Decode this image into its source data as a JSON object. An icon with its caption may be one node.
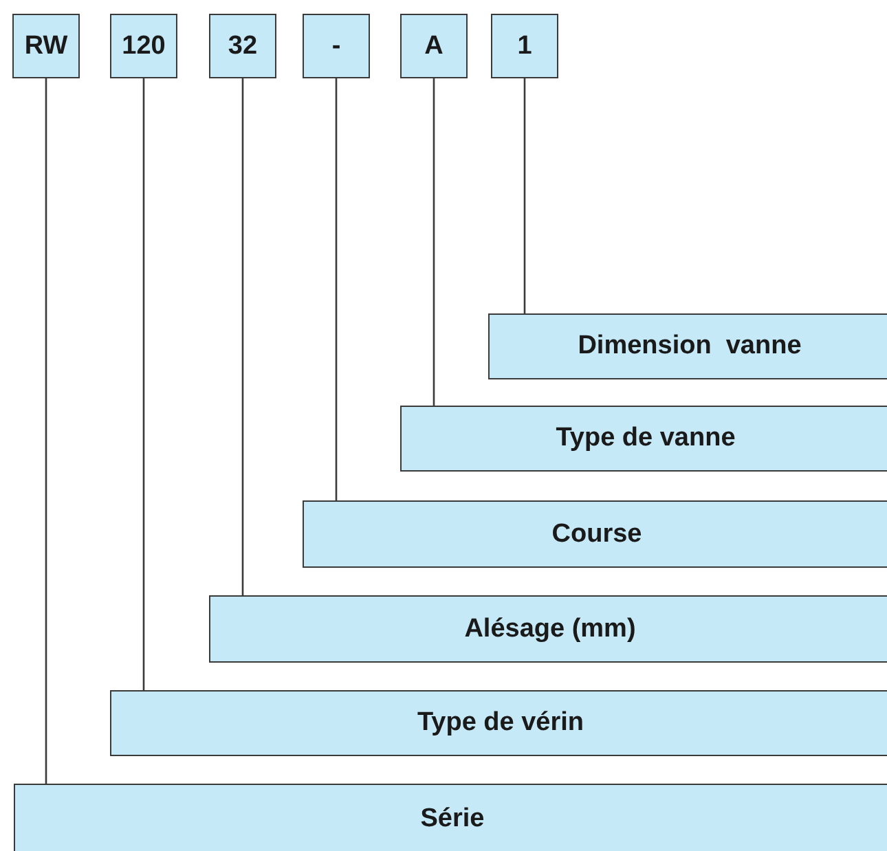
{
  "diagram": {
    "nodes": [
      {
        "text": [
          "RW"
        ]
      },
      {
        "text": [
          "120"
        ]
      },
      {
        "text": [
          "32"
        ]
      },
      {
        "text": [
          "-"
        ]
      },
      {
        "text": [
          "A"
        ]
      },
      {
        "text": [
          "1"
        ]
      },
      {
        "text": [
          "Dimension  vanne"
        ]
      },
      {
        "text": [
          "Type de vanne"
        ]
      },
      {
        "text": [
          "Course"
        ]
      },
      {
        "text": [
          "Alésage (mm)"
        ]
      },
      {
        "text": [
          "Type de vérin"
        ]
      },
      {
        "text": [
          "Série"
        ]
      }
    ],
    "edges": [
      {
        "from": 0,
        "to": 11,
        "arrow": "none"
      },
      {
        "from": 1,
        "to": 10,
        "arrow": "none"
      },
      {
        "from": 2,
        "to": 9,
        "arrow": "none"
      },
      {
        "from": 3,
        "to": 8,
        "arrow": "none"
      },
      {
        "from": 4,
        "to": 7,
        "arrow": "none"
      },
      {
        "from": 5,
        "to": 6,
        "arrow": "none"
      }
    ]
  }
}
